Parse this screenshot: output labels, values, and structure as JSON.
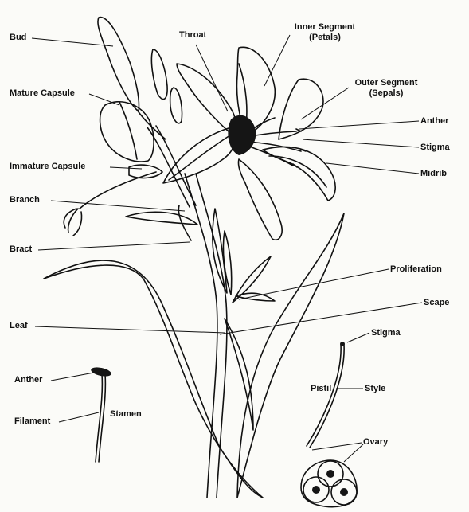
{
  "labels": {
    "bud": "Bud",
    "mature_capsule": "Mature Capsule",
    "immature_capsule": "Immature Capsule",
    "branch": "Branch",
    "bract": "Bract",
    "leaf": "Leaf",
    "anther_left": "Anther",
    "filament": "Filament",
    "stamen": "Stamen",
    "throat": "Throat",
    "inner_segment": "Inner Segment",
    "inner_segment_note": "(Petals)",
    "outer_segment": "Outer Segment",
    "outer_segment_note": "(Sepals)",
    "anther_right": "Anther",
    "stigma_top": "Stigma",
    "midrib": "Midrib",
    "proliferation": "Proliferation",
    "scape": "Scape",
    "stigma_pistil": "Stigma",
    "pistil": "Pistil",
    "style": "Style",
    "ovary": "Ovary"
  },
  "colors": {
    "ink": "#111111",
    "paper": "#fbfbf8",
    "throat": "#151515"
  }
}
